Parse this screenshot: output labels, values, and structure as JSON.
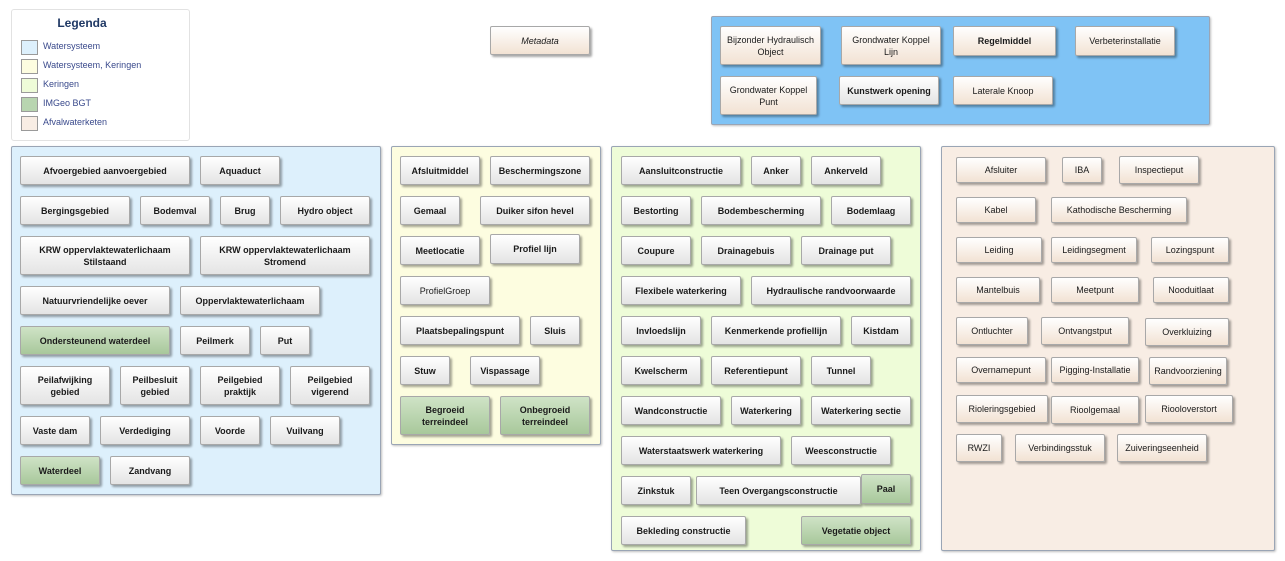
{
  "legend": {
    "title": "Legenda",
    "items": [
      {
        "label": "Watersysteem",
        "color": "#ddf0fc"
      },
      {
        "label": "Watersysteem, Keringen",
        "color": "#fdfde0"
      },
      {
        "label": "Keringen",
        "color": "#eefcd8"
      },
      {
        "label": "IMGeo BGT",
        "color": "#b8d5b0"
      },
      {
        "label": "Afvalwaterketen",
        "color": "#f8ede4"
      }
    ]
  },
  "colors": {
    "watersysteem": "#ddf0fc",
    "watersysteem_keringen": "#fdfde0",
    "keringen": "#eefcd8",
    "imgeo_bgt": "#b8d5b0",
    "afvalwaterketen": "#f8ede4",
    "box_gradient_start": "#ffffff",
    "box_gradient_end": "#e4e4e4",
    "imgeo_gradient_start": "#cfe3c6",
    "imgeo_gradient_end": "#a8c89b",
    "afval_gradient_start": "#ffffff",
    "afval_gradient_end": "#f2e2d3",
    "top_right_group": "#7fc3f5"
  },
  "metadata": {
    "label": "Metadata"
  },
  "top_right": {
    "items": [
      {
        "label": "Bijzonder Hydraulisch Object"
      },
      {
        "label": "Grondwater Koppel Lijn"
      },
      {
        "label": "Regelmiddel"
      },
      {
        "label": "Verbeterinstallatie"
      },
      {
        "label": "Grondwater Koppel Punt"
      },
      {
        "label": "Kunstwerk opening"
      },
      {
        "label": "Laterale Knoop"
      }
    ]
  },
  "watersysteem": {
    "items": [
      {
        "label": "Afvoergebied aanvoergebied"
      },
      {
        "label": "Aquaduct"
      },
      {
        "label": "Bergingsgebied"
      },
      {
        "label": "Bodemval"
      },
      {
        "label": "Brug"
      },
      {
        "label": "Hydro object"
      },
      {
        "label": "KRW oppervlaktewaterlichaam Stilstaand"
      },
      {
        "label": "KRW oppervlaktewaterlichaam Stromend"
      },
      {
        "label": "Natuurvriendelijke oever"
      },
      {
        "label": "Oppervlaktewaterlichaam"
      },
      {
        "label": "Ondersteunend waterdeel"
      },
      {
        "label": "Peilmerk"
      },
      {
        "label": "Put"
      },
      {
        "label": "Peilafwijking gebied"
      },
      {
        "label": "Peilbesluit gebied"
      },
      {
        "label": "Peilgebied praktijk"
      },
      {
        "label": "Peilgebied vigerend"
      },
      {
        "label": "Vaste dam"
      },
      {
        "label": "Verdediging"
      },
      {
        "label": "Voorde"
      },
      {
        "label": "Vuilvang"
      },
      {
        "label": "Waterdeel"
      },
      {
        "label": "Zandvang"
      }
    ]
  },
  "watersysteem_keringen": {
    "items": [
      {
        "label": "Afsluitmiddel"
      },
      {
        "label": "Beschermingszone"
      },
      {
        "label": "Gemaal"
      },
      {
        "label": "Duiker sifon hevel"
      },
      {
        "label": "Meetlocatie"
      },
      {
        "label": "Profiel lijn"
      },
      {
        "label": "ProfielGroep"
      },
      {
        "label": "Plaatsbepalingspunt"
      },
      {
        "label": "Sluis"
      },
      {
        "label": "Stuw"
      },
      {
        "label": "Vispassage"
      },
      {
        "label": "Begroeid terreindeel"
      },
      {
        "label": "Onbegroeid terreindeel"
      }
    ]
  },
  "keringen": {
    "items": [
      {
        "label": "Aansluitconstructie"
      },
      {
        "label": "Anker"
      },
      {
        "label": "Ankerveld"
      },
      {
        "label": "Bestorting"
      },
      {
        "label": "Bodembescherming"
      },
      {
        "label": "Bodemlaag"
      },
      {
        "label": "Coupure"
      },
      {
        "label": "Drainagebuis"
      },
      {
        "label": "Drainage put"
      },
      {
        "label": "Flexibele waterkering"
      },
      {
        "label": "Hydraulische randvoorwaarde"
      },
      {
        "label": "Invloedslijn"
      },
      {
        "label": "Kenmerkende profiellijn"
      },
      {
        "label": "Kistdam"
      },
      {
        "label": "Kwelscherm"
      },
      {
        "label": "Referentiepunt"
      },
      {
        "label": "Tunnel"
      },
      {
        "label": "Wandconstructie"
      },
      {
        "label": "Waterkering"
      },
      {
        "label": "Waterkering sectie"
      },
      {
        "label": "Waterstaatswerk waterkering"
      },
      {
        "label": "Weesconstructie"
      },
      {
        "label": "Zinkstuk"
      },
      {
        "label": "Teen Overgangsconstructie"
      },
      {
        "label": "Paal"
      },
      {
        "label": "Bekleding constructie"
      },
      {
        "label": "Vegetatie object"
      }
    ]
  },
  "afvalwaterketen": {
    "items": [
      {
        "label": "Afsluiter"
      },
      {
        "label": "IBA"
      },
      {
        "label": "Inspectieput"
      },
      {
        "label": "Kabel"
      },
      {
        "label": "Kathodische Bescherming"
      },
      {
        "label": "Leiding"
      },
      {
        "label": "Leidingsegment"
      },
      {
        "label": "Lozingspunt"
      },
      {
        "label": "Mantelbuis"
      },
      {
        "label": "Meetpunt"
      },
      {
        "label": "Nooduitlaat"
      },
      {
        "label": "Ontluchter"
      },
      {
        "label": "Ontvangstput"
      },
      {
        "label": "Overkluizing"
      },
      {
        "label": "Overnamepunt"
      },
      {
        "label": "Pigging-Installatie"
      },
      {
        "label": "Randvoorziening"
      },
      {
        "label": "Rioleringsgebied"
      },
      {
        "label": "Rioolgemaal"
      },
      {
        "label": "Riooloverstort"
      },
      {
        "label": "RWZI"
      },
      {
        "label": "Verbindingsstuk"
      },
      {
        "label": "Zuiveringseenheid"
      }
    ]
  }
}
